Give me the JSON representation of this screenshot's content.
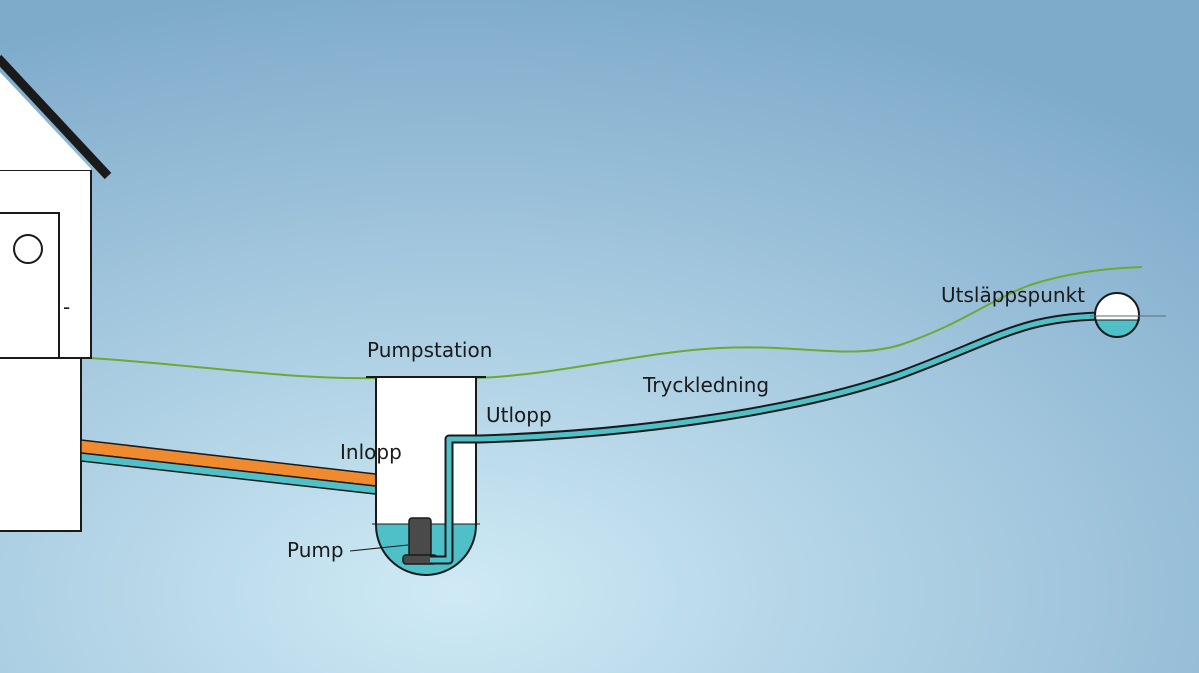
{
  "labels": {
    "pumpstation": "Pumpstation",
    "utlopp": "Utlopp",
    "inlopp": "Inlopp",
    "pump": "Pump",
    "tryckledning": "Tryckledning",
    "utslappspunkt": "Utsläppspunkt"
  },
  "house": {
    "door_handle": "-"
  },
  "colors": {
    "background_center": "#cfeaf5",
    "background_edge": "#7fabcb",
    "ground_line": "#6aaa35",
    "water": "#4fc0c8",
    "pipe_inlet": "#f08a2e",
    "outline": "#1a1a1a",
    "structure": "#ffffff"
  },
  "icons": {
    "house": "house-icon",
    "pump": "pump-icon",
    "outlet": "outlet-well-icon"
  }
}
